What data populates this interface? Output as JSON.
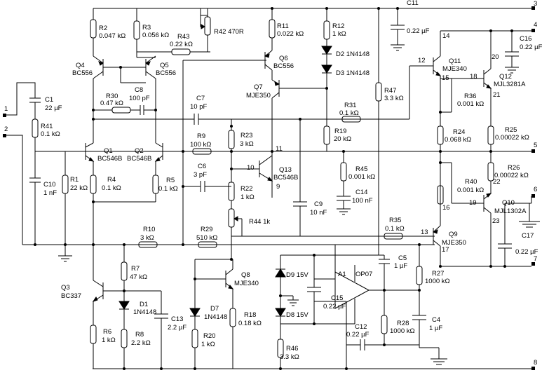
{
  "ports": [
    "1",
    "2",
    "3",
    "4",
    "5",
    "6",
    "7",
    "8"
  ],
  "components": {
    "R2": [
      "R2",
      "0.047 kΩ"
    ],
    "R3": [
      "R3",
      "0.056 kΩ"
    ],
    "R43": [
      "R43",
      "0.22 kΩ"
    ],
    "R42": [
      "R42 470R",
      ""
    ],
    "R11": [
      "R11",
      "0.022 kΩ"
    ],
    "R12": [
      "R12",
      "1 kΩ"
    ],
    "D2": [
      "D2  1N4148",
      ""
    ],
    "D3": [
      "D3  1N4148",
      ""
    ],
    "C11": [
      "C11",
      "0.22 µF"
    ],
    "Q4": [
      "Q4",
      "BC556"
    ],
    "Q5": [
      "Q5",
      "BC556"
    ],
    "R30": [
      "R30",
      "0.47 kΩ"
    ],
    "C8": [
      "C8",
      "100 pF"
    ],
    "Q6": [
      "Q6",
      "BC556"
    ],
    "Q7": [
      "Q7",
      "MJE350"
    ],
    "C1": [
      "C1",
      "22 µF"
    ],
    "R41": [
      "R41",
      "0.1 kΩ"
    ],
    "C7": [
      "C7",
      "10 pF"
    ],
    "R31": [
      "R31",
      "0.1 kΩ"
    ],
    "R47": [
      "R47",
      "3.3 kΩ"
    ],
    "Q11": [
      "Q11",
      "MJE340"
    ],
    "Q12": [
      "Q12",
      "MJL3281A"
    ],
    "C16": [
      "C16",
      "0.22 µF"
    ],
    "R36": [
      "R36",
      "0.001 kΩ"
    ],
    "R24": [
      "R24",
      "0.068 kΩ"
    ],
    "R25": [
      "R25",
      "0.00022 kΩ"
    ],
    "R9": [
      "R9",
      "100 kΩ"
    ],
    "R23": [
      "R23",
      "3 kΩ"
    ],
    "R19": [
      "R19",
      "20 kΩ"
    ],
    "Q1": [
      "Q1",
      "BC546B"
    ],
    "Q2": [
      "Q2",
      "BC546B"
    ],
    "R1": [
      "R1",
      "22 kΩ"
    ],
    "C10": [
      "C10",
      "1 nF"
    ],
    "R4": [
      "R4",
      "0.1 kΩ"
    ],
    "R5": [
      "R5",
      "0.1 kΩ"
    ],
    "C6": [
      "C6",
      "3 pF"
    ],
    "Q13": [
      "Q13",
      "BC546B"
    ],
    "R45": [
      "R45",
      "0.001 kΩ"
    ],
    "C14": [
      "C14",
      "100 nF"
    ],
    "R26": [
      "R26",
      "0.00022 kΩ"
    ],
    "R40": [
      "R40",
      "0.001 kΩ"
    ],
    "R22": [
      "R22",
      "1 kΩ"
    ],
    "R44": [
      "R44  1k",
      ""
    ],
    "C9": [
      "C9",
      "10 nF"
    ],
    "Q10": [
      "Q10",
      "MJL1302A"
    ],
    "R10": [
      "R10",
      "3 kΩ"
    ],
    "R29": [
      "R29",
      "510 kΩ"
    ],
    "R35": [
      "R35",
      "0.1 kΩ"
    ],
    "Q9": [
      "Q9",
      "MJE350"
    ],
    "C17": [
      "C17",
      "0.22 µF"
    ],
    "R7": [
      "R7",
      "47 kΩ"
    ],
    "Q8": [
      "Q8",
      "MJE340"
    ],
    "D9": [
      "D9  15V",
      ""
    ],
    "A1": [
      "A1",
      "OP07"
    ],
    "C5": [
      "C5",
      "1 µF"
    ],
    "R27": [
      "R27",
      "1000 kΩ"
    ],
    "Q3": [
      "Q3",
      "BC337"
    ],
    "D1": [
      "D1",
      "1N4148"
    ],
    "C15": [
      "C15",
      "0.22 µF"
    ],
    "D7": [
      "D7",
      "1N4148"
    ],
    "R18": [
      "R18",
      "0.18 kΩ"
    ],
    "D8": [
      "D8  15V",
      ""
    ],
    "R28": [
      "R28",
      "1000 kΩ"
    ],
    "C4": [
      "C4",
      "1 µF"
    ],
    "R6": [
      "R6",
      "1 kΩ"
    ],
    "R8": [
      "R8",
      "2.2 kΩ"
    ],
    "C13": [
      "C13",
      "2.2 µF"
    ],
    "R20": [
      "R20",
      "1 kΩ"
    ],
    "C12": [
      "C12",
      "0.22 µF"
    ],
    "R46": [
      "R46",
      "3.3 kΩ"
    ]
  },
  "nodes": {
    "n10": "10",
    "n11": "11",
    "n9": "9",
    "n12": "12",
    "n13": "13",
    "n14": "14",
    "n15": "15",
    "n16": "16",
    "n17": "17",
    "n18": "18",
    "n19": "19",
    "n20": "20",
    "n21": "21",
    "n22": "22",
    "n23": "23"
  }
}
